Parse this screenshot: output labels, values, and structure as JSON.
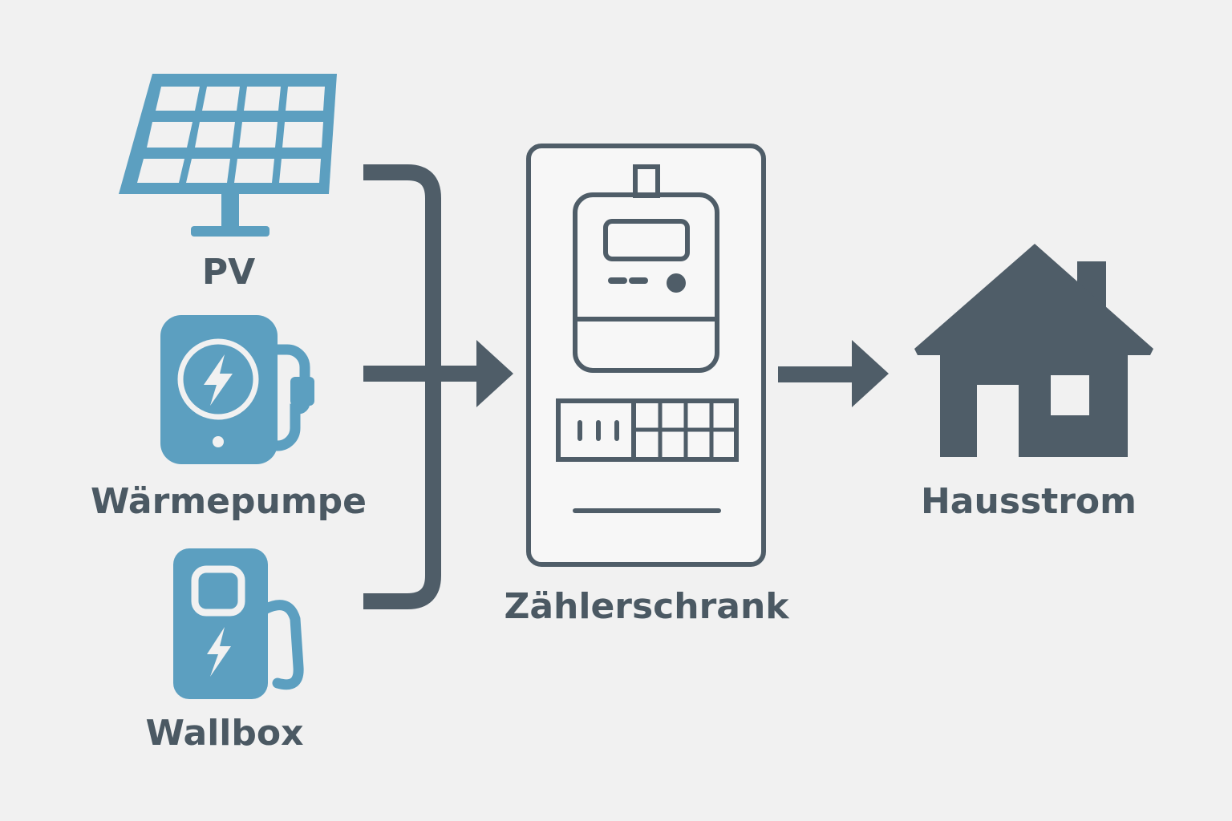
{
  "labels": {
    "pv": "PV",
    "waermepumpe": "Wärmepumpe",
    "wallbox": "Wallbox",
    "zaehlerschrank": "Zählerschrank",
    "hausstrom": "Hausstrom"
  },
  "colors": {
    "background": "#f1f1f1",
    "source_blue": "#5c9fc0",
    "dark_slate": "#4f5d68",
    "panel_fill": "#f7f7f7"
  },
  "icons": {
    "pv": "solar-panel-icon",
    "waermepumpe": "heat-pump-icon",
    "wallbox": "ev-charger-icon",
    "zaehlerschrank": "meter-cabinet-icon",
    "hausstrom": "house-icon"
  }
}
